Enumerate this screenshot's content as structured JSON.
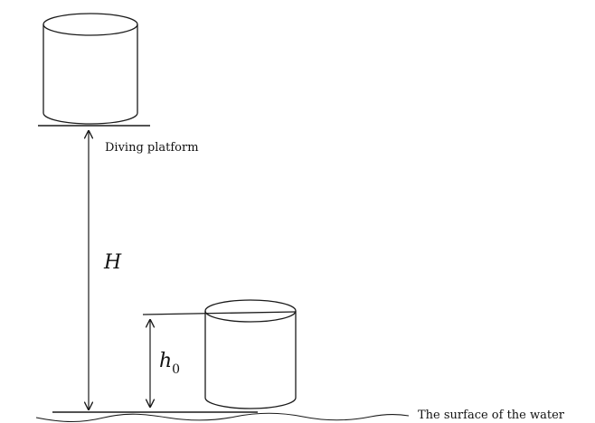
{
  "labels": {
    "platform": "Diving platform",
    "height_symbol": "H",
    "cylinder_height_symbol": "h",
    "cylinder_height_subscript": "0",
    "water_surface": "The surface of the water"
  }
}
